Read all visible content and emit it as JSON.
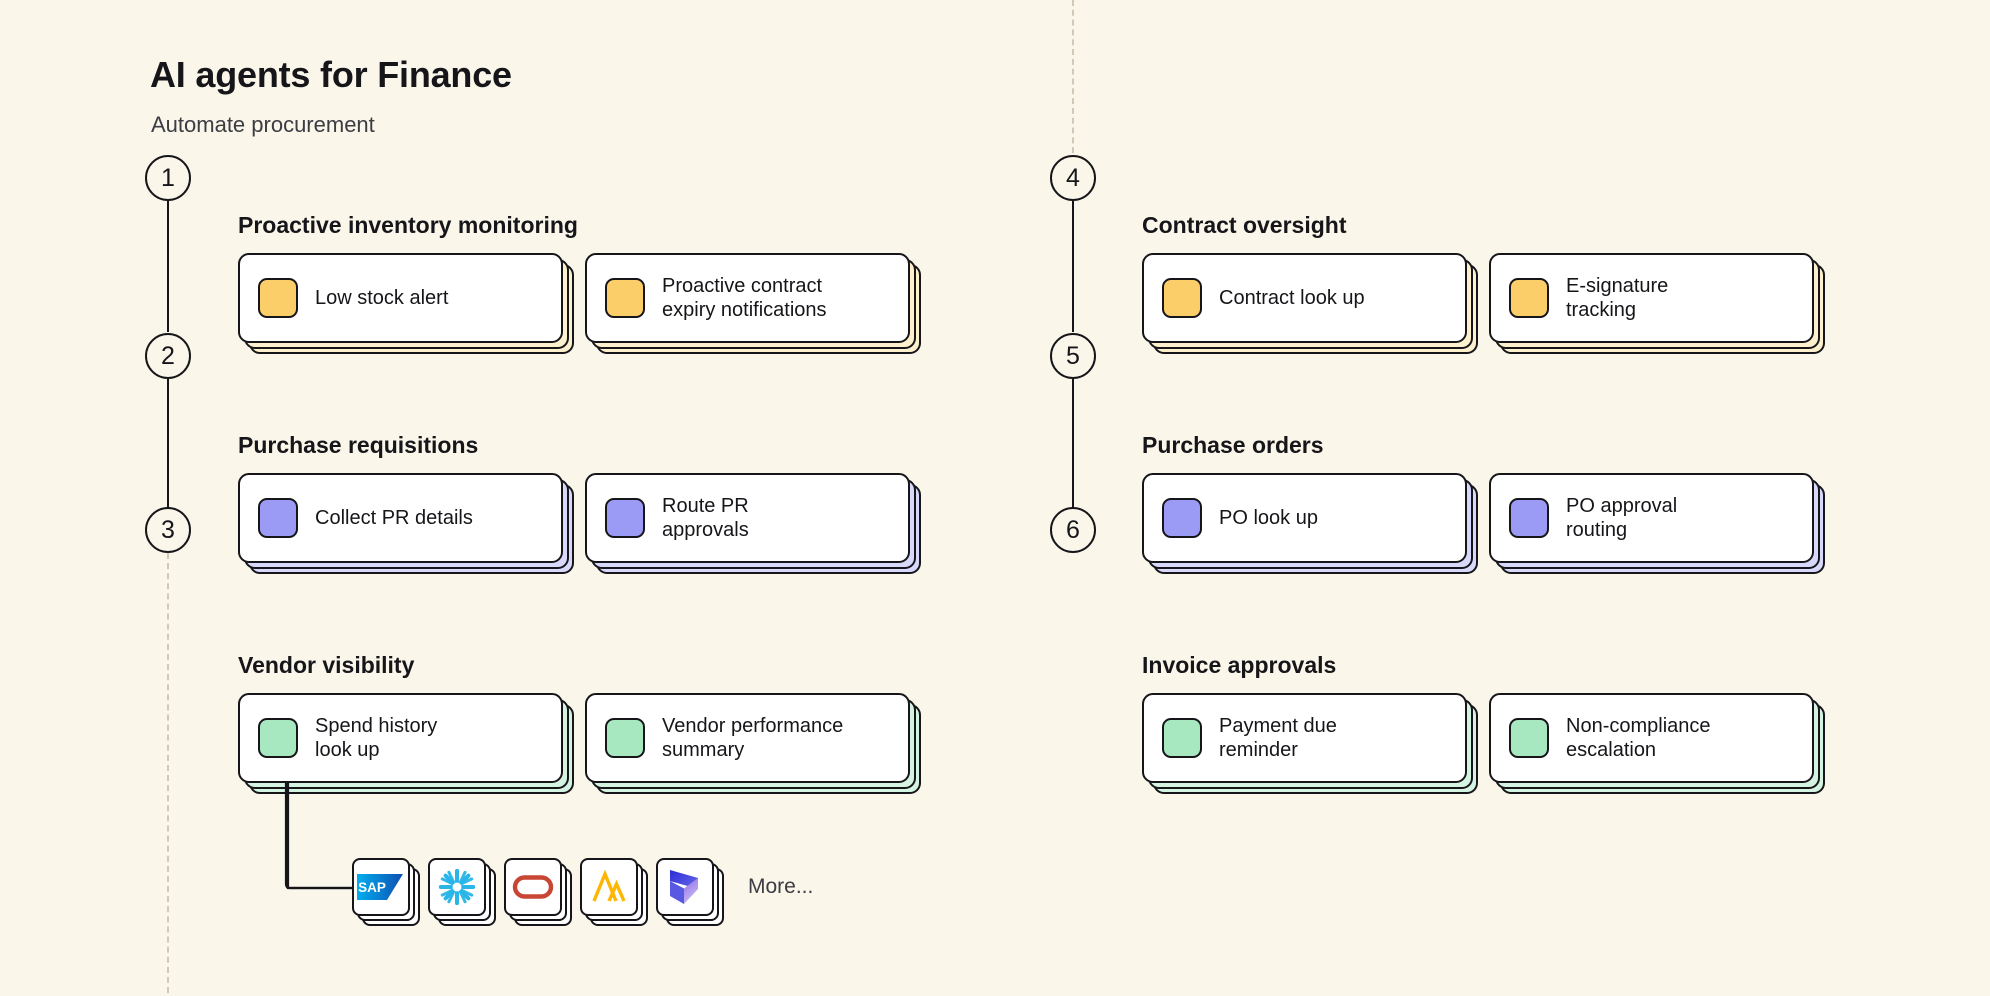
{
  "header": {
    "title": "AI agents for Finance",
    "subtitle": "Automate procurement"
  },
  "colors": {
    "background": "#faf6ea",
    "ink": "#16161a",
    "yellow_swatch": "#fcce6a",
    "yellow_stack": "#fdf0cd",
    "purple_swatch": "#9b9bf5",
    "purple_stack": "#d8d8fb",
    "green_swatch": "#a7e8c0",
    "green_stack": "#d5f3e1",
    "dashed_rail": "#cfc9b6"
  },
  "columns": [
    {
      "id": "left",
      "sections": [
        {
          "number": "1",
          "title": "Proactive inventory monitoring",
          "accent": "yellow",
          "cards": [
            {
              "label": "Low stock alert",
              "swatch": "yellow"
            },
            {
              "label": "Proactive contract\nexpiry notifications",
              "swatch": "yellow"
            }
          ]
        },
        {
          "number": "2",
          "title": "Purchase requisitions",
          "accent": "purple",
          "cards": [
            {
              "label": "Collect PR details",
              "swatch": "purple"
            },
            {
              "label": "Route PR\napprovals",
              "swatch": "purple"
            }
          ]
        },
        {
          "number": "3",
          "title": "Vendor visibility",
          "accent": "green",
          "cards": [
            {
              "label": "Spend history\nlook up",
              "swatch": "green"
            },
            {
              "label": "Vendor performance\nsummary",
              "swatch": "green"
            }
          ]
        }
      ]
    },
    {
      "id": "right",
      "sections": [
        {
          "number": "4",
          "title": "Contract oversight",
          "accent": "yellow",
          "cards": [
            {
              "label": "Contract look up",
              "swatch": "yellow"
            },
            {
              "label": "E-signature\ntracking",
              "swatch": "yellow"
            }
          ]
        },
        {
          "number": "5",
          "title": "Purchase orders",
          "accent": "purple",
          "cards": [
            {
              "label": "PO look up",
              "swatch": "purple"
            },
            {
              "label": "PO approval\nrouting",
              "swatch": "purple"
            }
          ]
        },
        {
          "number": "6",
          "title": "Invoice approvals",
          "accent": "green",
          "cards": [
            {
              "label": "Payment due\nreminder",
              "swatch": "green"
            },
            {
              "label": "Non-compliance\nescalation",
              "swatch": "green"
            }
          ]
        }
      ]
    }
  ],
  "integrations": {
    "logos": [
      {
        "name": "sap-logo"
      },
      {
        "name": "snowflake-logo"
      },
      {
        "name": "oracle-logo"
      },
      {
        "name": "anaplan-logo"
      },
      {
        "name": "microsoft-dynamics-logo"
      }
    ],
    "more_label": "More..."
  }
}
